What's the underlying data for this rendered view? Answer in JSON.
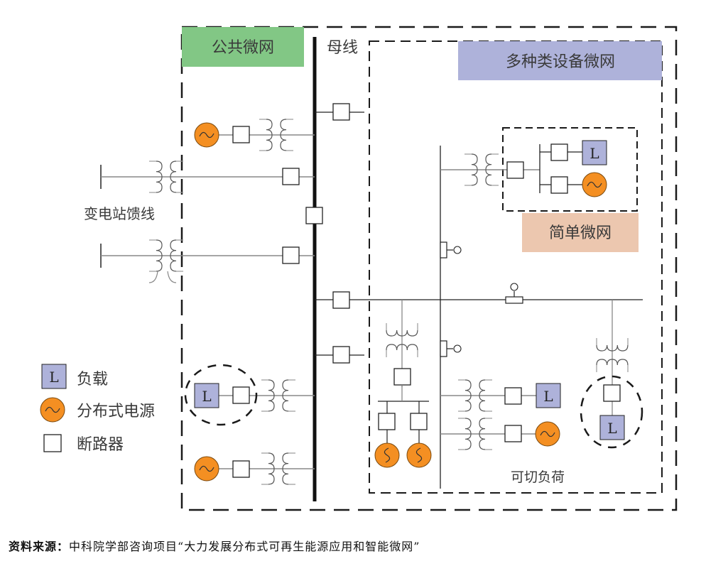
{
  "labels": {
    "public_microgrid": "公共微网",
    "bus": "母线",
    "multi_device_microgrid": "多种类设备微网",
    "simple_microgrid": "简单微网",
    "substation_feeder": "变电站馈线",
    "sheddable_load": "可切负荷"
  },
  "symbols": {
    "load_letter": "L"
  },
  "legend": [
    {
      "symbol": "load",
      "label": "负载"
    },
    {
      "symbol": "distributed-generator",
      "label": "分布式电源"
    },
    {
      "symbol": "breaker",
      "label": "断路器"
    }
  ],
  "source": {
    "prefix": "资料来源：",
    "text": "中科院学部咨询项目“大力发展分布式可再生能源应用和智能微网”"
  },
  "colors": {
    "public_microgrid_fill": "#82c785",
    "multi_device_fill": "#aeb2da",
    "simple_microgrid_fill": "#ecc7af",
    "load_fill": "#aeb2da",
    "generator_fill": "#f48f22",
    "line_dark": "#111111",
    "line_gray": "#888888"
  }
}
